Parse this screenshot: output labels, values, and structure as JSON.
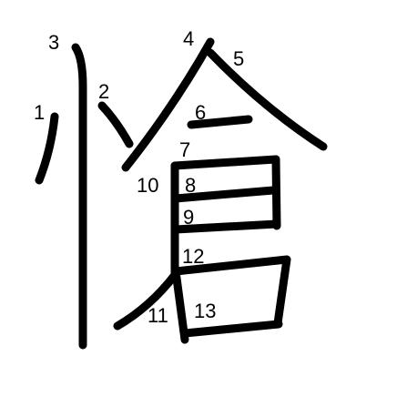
{
  "diagram": {
    "character": "",
    "stroke_color": "#000000",
    "background_color": "#ffffff",
    "strokes": [
      {
        "order": "1"
      },
      {
        "order": "2"
      },
      {
        "order": "3"
      },
      {
        "order": "4"
      },
      {
        "order": "5"
      },
      {
        "order": "6"
      },
      {
        "order": "7"
      },
      {
        "order": "8"
      },
      {
        "order": "9"
      },
      {
        "order": "10"
      },
      {
        "order": "11"
      },
      {
        "order": "12"
      },
      {
        "order": "13"
      }
    ]
  }
}
